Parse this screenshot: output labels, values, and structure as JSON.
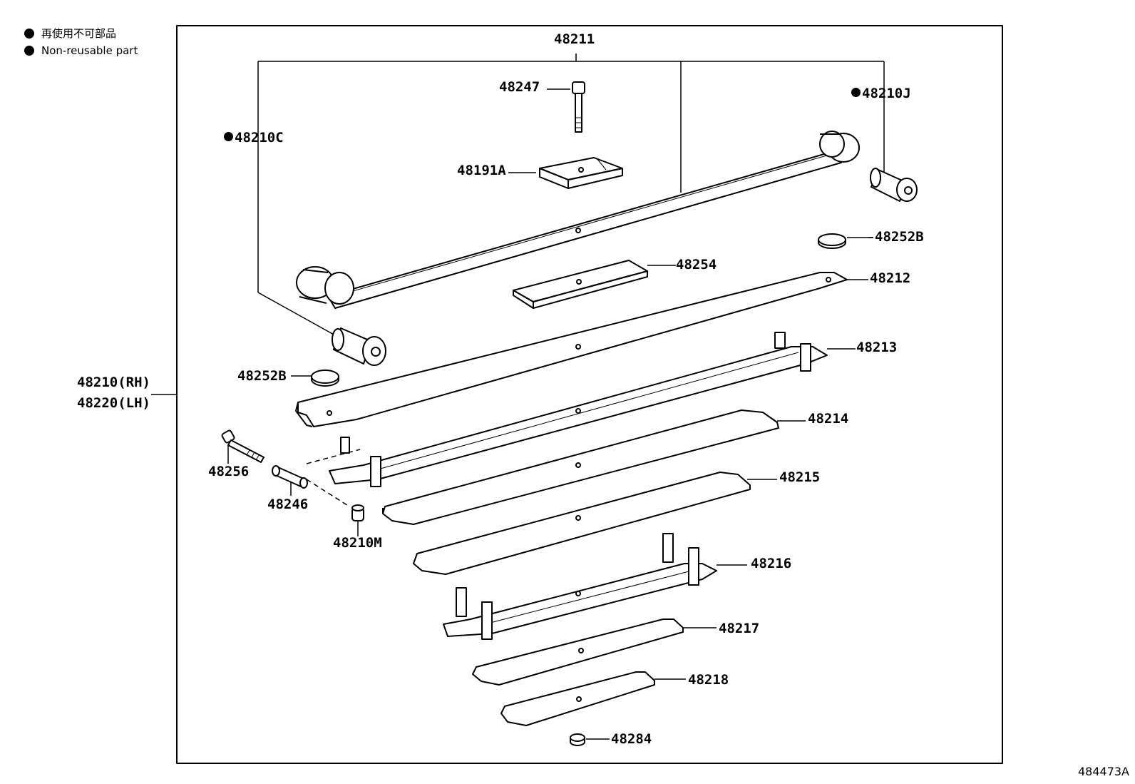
{
  "legend": {
    "items": [
      {
        "text": "再使用不可部品"
      },
      {
        "text": "Non-reusable part"
      }
    ]
  },
  "labels": {
    "assembly_rh": "48210(RH)",
    "assembly_lh": "48220(LH)",
    "p48211": "48211",
    "p48247": "48247",
    "p48210J": "48210J",
    "p48210C": "48210C",
    "p48191A": "48191A",
    "p48252B_top": "48252B",
    "p48254": "48254",
    "p48212": "48212",
    "p48213": "48213",
    "p48252B_left": "48252B",
    "p48214": "48214",
    "p48256": "48256",
    "p48215": "48215",
    "p48246": "48246",
    "p48210M": "48210M",
    "p48216": "48216",
    "p48217": "48217",
    "p48218": "48218",
    "p48284": "48284"
  },
  "footer": {
    "code": "484473A"
  }
}
